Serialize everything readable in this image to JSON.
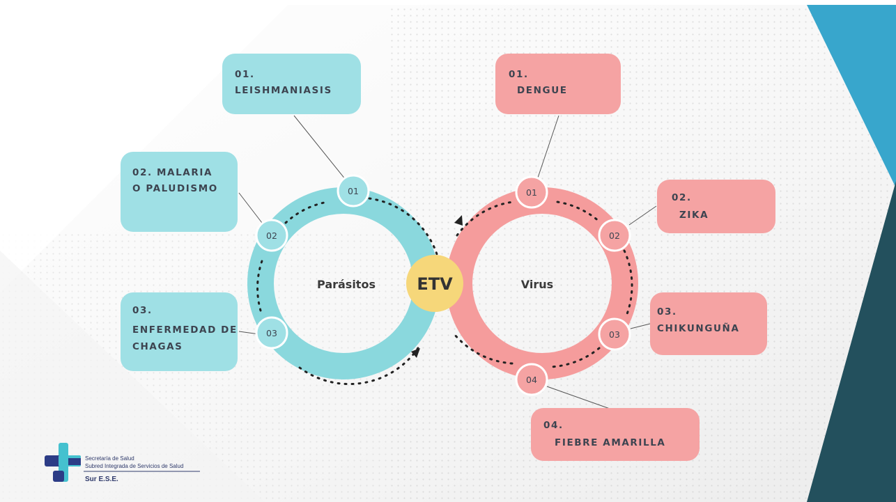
{
  "diagram": {
    "center_label": "ETV",
    "left_cycle": {
      "label": "Parásitos",
      "nodes": [
        "01",
        "02",
        "03"
      ],
      "boxes": [
        {
          "line1": "01.",
          "line2": "LEISHMANIASIS",
          "line3": ""
        },
        {
          "line1": "02. MALARIA",
          "line2": "O PALUDISMO",
          "line3": ""
        },
        {
          "line1": "03.",
          "line2": "ENFERMEDAD DE",
          "line3": "CHAGAS"
        }
      ]
    },
    "right_cycle": {
      "label": "Virus",
      "nodes": [
        "01",
        "02",
        "03",
        "04"
      ],
      "boxes": [
        {
          "line1": "01.",
          "line2": "DENGUE"
        },
        {
          "line1": "02.",
          "line2": "ZIKA"
        },
        {
          "line1": "03.",
          "line2": "CHIKUNGUÑA"
        },
        {
          "line1": "04.",
          "line2": "FIEBRE AMARILLA"
        }
      ]
    }
  },
  "logo": {
    "line1": "Secretaría de Salud",
    "line2": "Subred Integrada de Servicios de Salud",
    "line3": "Sur E.S.E."
  },
  "colors": {
    "teal": "#9fe0e5",
    "teal_ring": "#8ad8dd",
    "pink": "#f5a3a3",
    "pink_ring": "#f59c9c",
    "center": "#f6d77a",
    "text": "#3d4450",
    "accent_blue": "#3aa6cc",
    "accent_dark": "#23505d"
  }
}
